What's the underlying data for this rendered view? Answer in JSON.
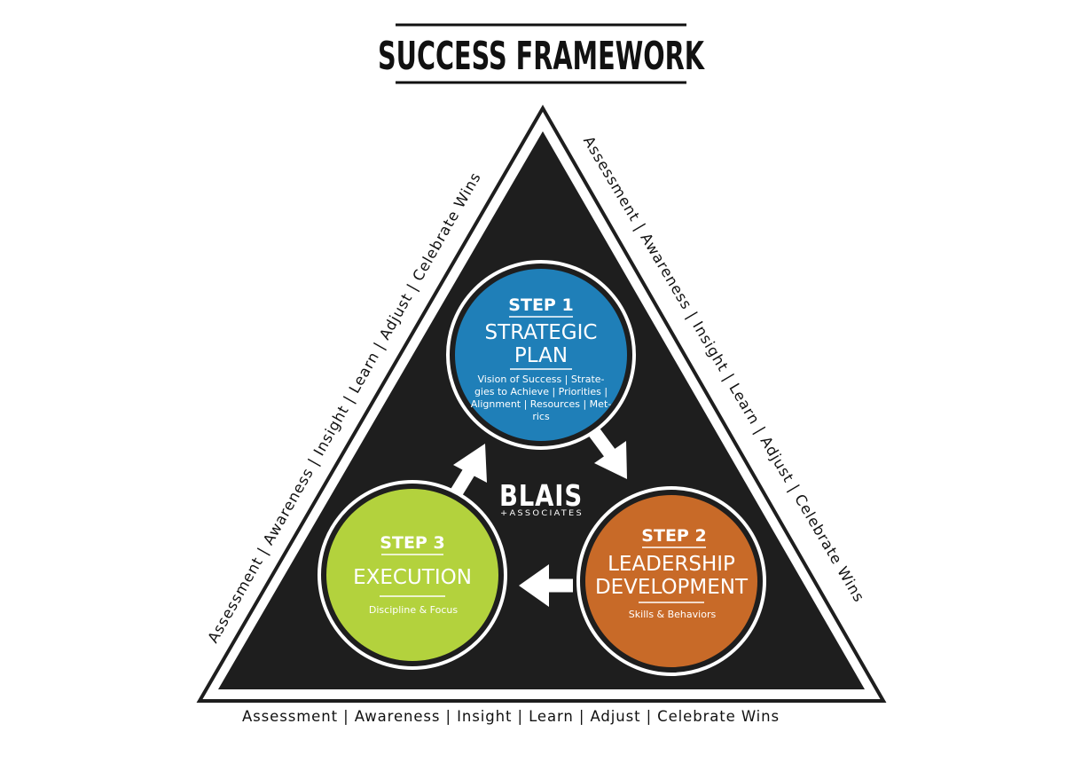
{
  "title": "SUCCESS FRAMEWORK",
  "side_text": {
    "left": "Assessment | Awareness | Insight | Learn | Adjust | Celebrate Wins",
    "right": "Assessment | Awareness | Insight | Learn | Adjust | Celebrate Wins",
    "bottom": "Assessment | Awareness | Insight | Learn | Adjust | Celebrate Wins"
  },
  "logo": {
    "main": "BLAIS",
    "sub": "+ASSOCIATES"
  },
  "steps": [
    {
      "label": "STEP 1",
      "name_lines": [
        "STRATEGIC",
        "PLAN"
      ],
      "desc_lines": [
        "Vision of Success | Strate-",
        "gies to Achieve | Priorities |",
        "Alignment | Resources | Met-",
        "rics"
      ],
      "color": "#1f7fb8"
    },
    {
      "label": "STEP 2",
      "name_lines": [
        "LEADERSHIP",
        "DEVELOPMENT"
      ],
      "desc_lines": [
        "Skills & Behaviors"
      ],
      "color": "#c86a28"
    },
    {
      "label": "STEP 3",
      "name_lines": [
        "EXECUTION"
      ],
      "desc_lines": [
        "Discipline & Focus"
      ],
      "color": "#b3d23d"
    }
  ],
  "colors": {
    "triangle": "#1e1e1e",
    "ring": "#ffffff",
    "arrow": "#ffffff",
    "title": "#111111"
  }
}
